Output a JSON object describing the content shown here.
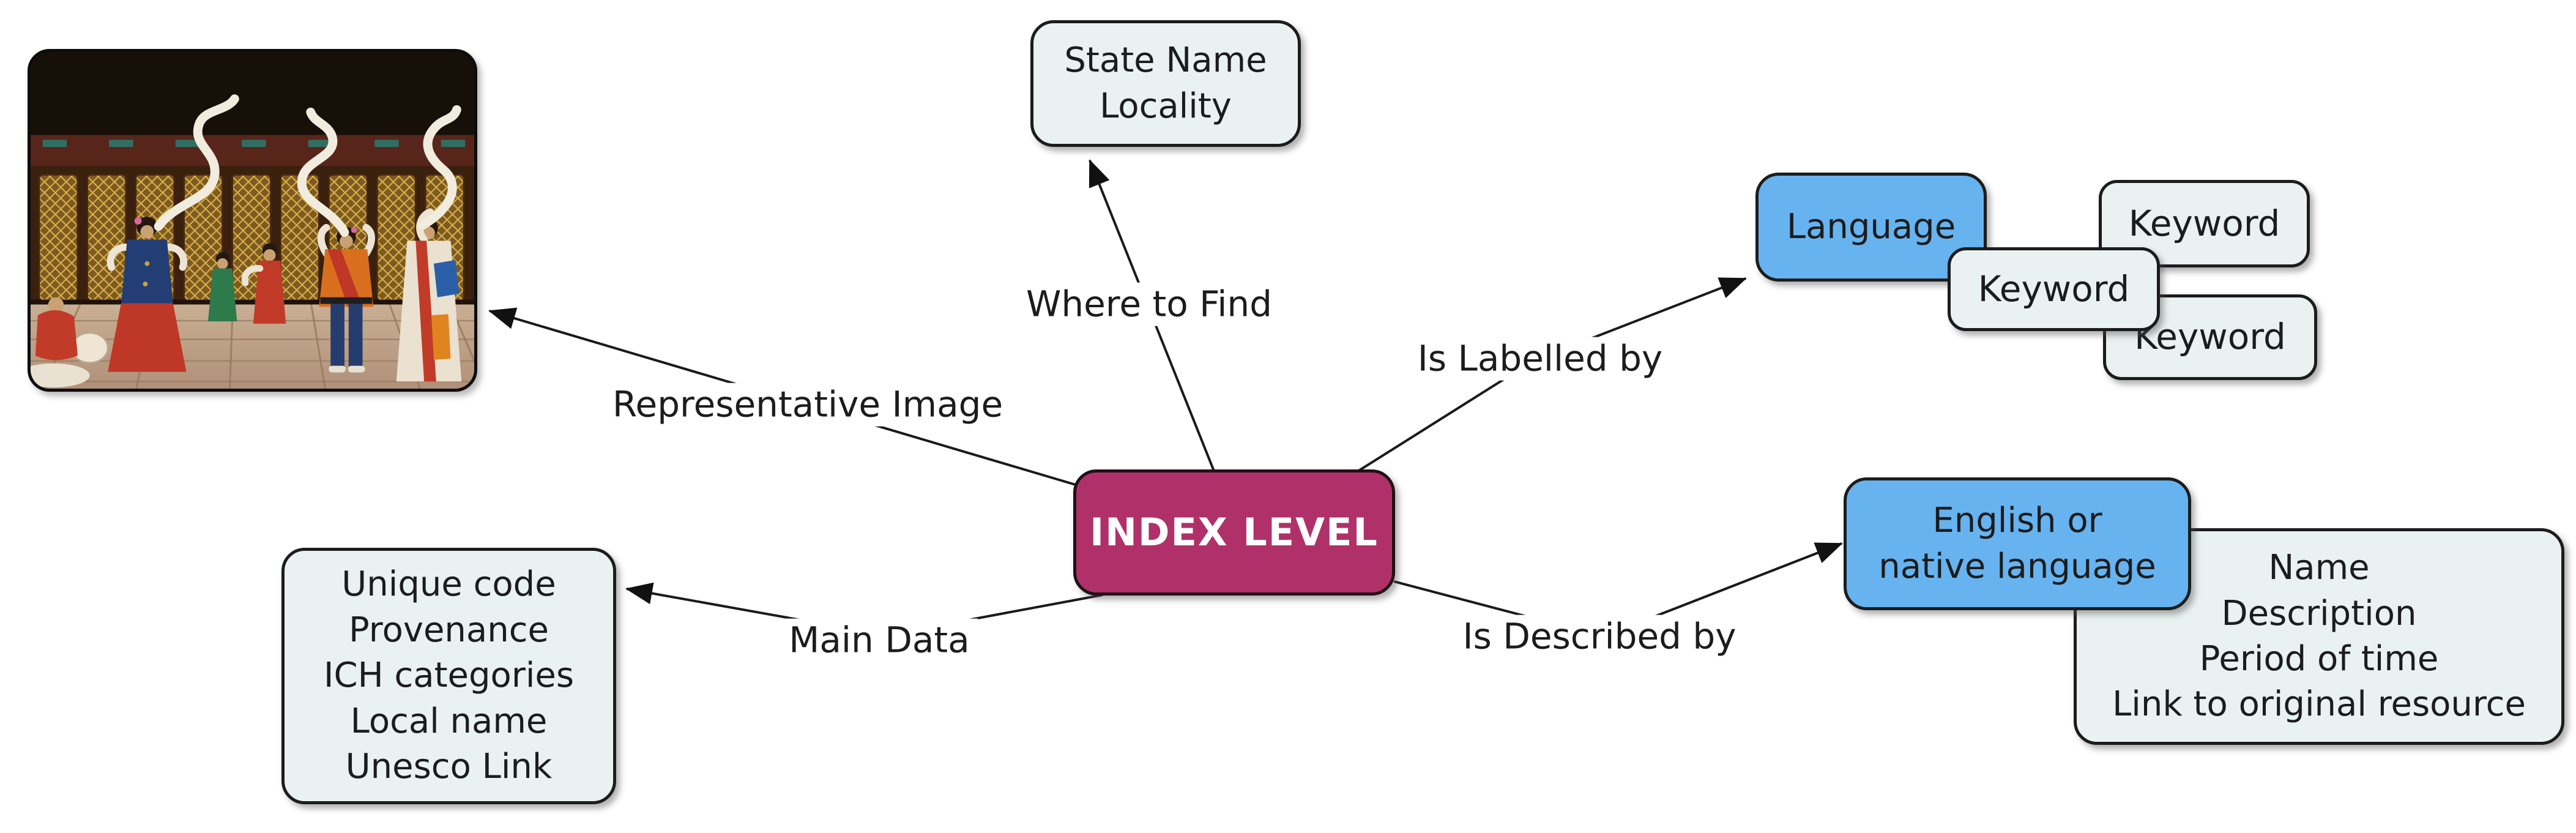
{
  "colors": {
    "background": "#ffffff",
    "center_node_fill": "#b03169",
    "center_node_text": "#ffffff",
    "language_node_fill": "#66b3f0",
    "plain_node_fill": "#e9f2f0",
    "node_border": "#1c1c1c",
    "connector_line": "#1a1a1a",
    "node_text": "#1c1c1c"
  },
  "center_node": {
    "label": "INDEX LEVEL"
  },
  "nodes": {
    "state_name_locality": {
      "lines": [
        "State Name",
        "Locality"
      ]
    },
    "language": {
      "label": "Language"
    },
    "keyword_1": {
      "label": "Keyword"
    },
    "keyword_2": {
      "label": "Keyword"
    },
    "keyword_3": {
      "label": "Keyword"
    },
    "english_or_native_language": {
      "lines": [
        "English or",
        "native language"
      ]
    },
    "description_fields": {
      "lines": [
        "Name",
        "Description",
        "Period of time",
        "Link to original resource"
      ]
    },
    "main_data_fields": {
      "lines": [
        "Unique code",
        "Provenance",
        "ICH categories",
        "Local name",
        "Unesco Link"
      ]
    },
    "representative_image": {
      "alt": "Photograph of Korean court dancers in colorful hanbok waving long white ribbon sleeves in a palace courtyard"
    }
  },
  "edge_labels": {
    "where_to_find": "Where to Find",
    "is_labelled_by": "Is Labelled by",
    "representative_image": "Representative Image",
    "main_data": "Main Data",
    "is_described_by": "Is Described by"
  }
}
